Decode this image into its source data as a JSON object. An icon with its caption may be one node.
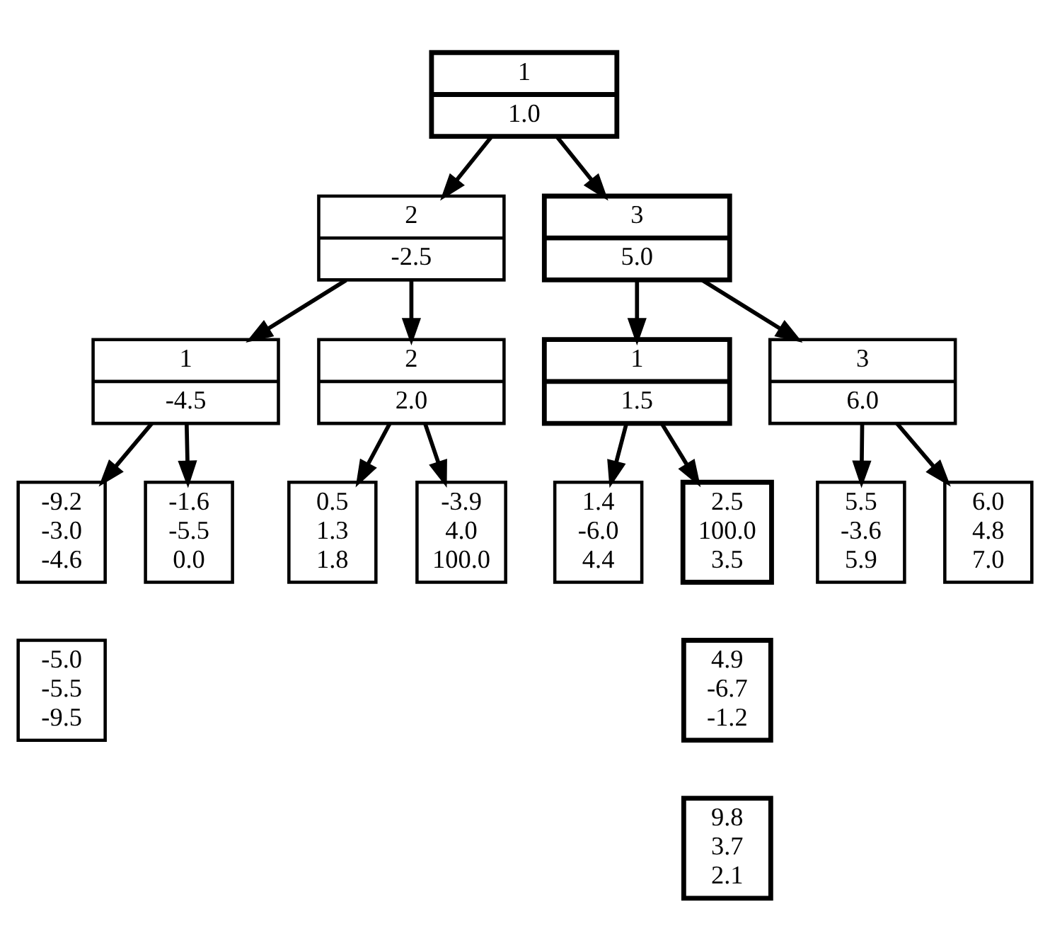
{
  "diagram": {
    "nodes": [
      {
        "text": [
          "1",
          "1.0"
        ]
      },
      {
        "text": [
          "2",
          "-2.5"
        ]
      },
      {
        "text": [
          "3",
          "5.0"
        ]
      },
      {
        "text": [
          "1",
          "-4.5"
        ]
      },
      {
        "text": [
          "2",
          "2.0"
        ]
      },
      {
        "text": [
          "1",
          "1.5"
        ]
      },
      {
        "text": [
          "3",
          "6.0"
        ]
      },
      {
        "text": [
          "-9.2 -3.0 -4.6"
        ]
      },
      {
        "text": [
          "-1.6 -5.5 0.0"
        ]
      },
      {
        "text": [
          "0.5 1.3 1.8"
        ]
      },
      {
        "text": [
          "-3.9 4.0 100.0"
        ]
      },
      {
        "text": [
          "1.4 -6.0 4.4"
        ]
      },
      {
        "text": [
          "2.5 100.0 3.5"
        ]
      },
      {
        "text": [
          "5.5 -3.6 5.9"
        ]
      },
      {
        "text": [
          "6.0 4.8 7.0"
        ]
      },
      {
        "text": [
          "-5.0 -5.5 -9.5"
        ]
      },
      {
        "text": [
          "4.9 -6.7 -1.2"
        ]
      },
      {
        "text": [
          "9.8 3.7 2.1"
        ]
      }
    ],
    "edges": [
      {
        "from": 0,
        "to": 1,
        "arrow": "to"
      },
      {
        "from": 0,
        "to": 2,
        "arrow": "to"
      },
      {
        "from": 1,
        "to": 3,
        "arrow": "to"
      },
      {
        "from": 1,
        "to": 4,
        "arrow": "to"
      },
      {
        "from": 2,
        "to": 5,
        "arrow": "to"
      },
      {
        "from": 2,
        "to": 6,
        "arrow": "to"
      },
      {
        "from": 3,
        "to": 7,
        "arrow": "to"
      },
      {
        "from": 3,
        "to": 8,
        "arrow": "to"
      },
      {
        "from": 4,
        "to": 9,
        "arrow": "to"
      },
      {
        "from": 4,
        "to": 10,
        "arrow": "to"
      },
      {
        "from": 5,
        "to": 11,
        "arrow": "to"
      },
      {
        "from": 5,
        "to": 12,
        "arrow": "to"
      },
      {
        "from": 6,
        "to": 13,
        "arrow": "to"
      },
      {
        "from": 6,
        "to": 14,
        "arrow": "to"
      }
    ]
  }
}
